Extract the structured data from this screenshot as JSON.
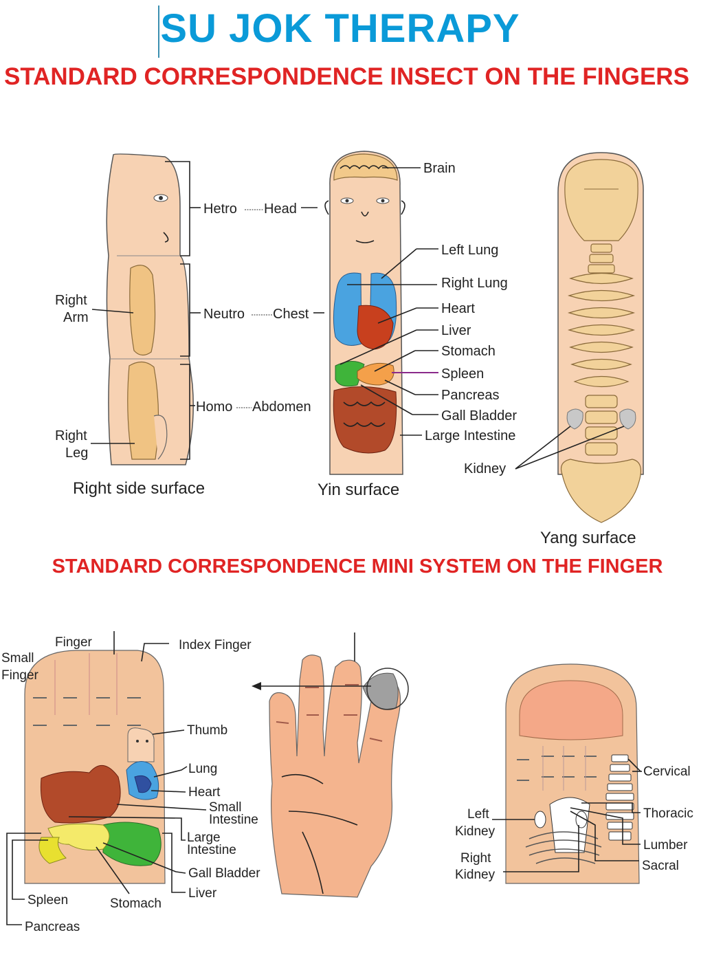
{
  "title": "SU JOK THERAPY",
  "section1_title": "STANDARD CORRESPONDENCE INSECT ON THE FINGERS",
  "section2_title": "STANDARD CORRESPONDENCE MINI SYSTEM ON THE FINGER",
  "insect": {
    "right_side": {
      "caption": "Right side surface",
      "right_arm": "Right\nArm",
      "right_arm_l1": "Right",
      "right_arm_l2": "Arm",
      "right_leg_l1": "Right",
      "right_leg_l2": "Leg"
    },
    "levels": [
      {
        "left": "Hetro",
        "right": "Head"
      },
      {
        "left": "Neutro",
        "right": "Chest"
      },
      {
        "left": "Homo",
        "right": "Abdomen"
      }
    ],
    "yin": {
      "caption": "Yin surface",
      "labels": [
        "Brain",
        "Left Lung",
        "Right Lung",
        "Heart",
        "Liver",
        "Stomach",
        "Spleen",
        "Pancreas",
        "Gall Bladder",
        "Large Intestine"
      ]
    },
    "yang": {
      "caption": "Yang surface",
      "kidney": "Kidney"
    }
  },
  "mini": {
    "palm_labels": {
      "middle_finger": "Finger",
      "small_finger_l1": "Small",
      "small_finger_l2": "Finger",
      "index_finger": "Index Finger",
      "thumb": "Thumb",
      "lung": "Lung",
      "heart": "Heart",
      "small_intestine_l1": "Small",
      "small_intestine_l2": "Intestine",
      "large_intestine_l1": "Large",
      "large_intestine_l2": "Intestine",
      "gall_bladder": "Gall Bladder",
      "liver": "Liver",
      "spleen": "Spleen",
      "stomach": "Stomach",
      "pancreas": "Pancreas"
    },
    "back_labels": {
      "cervical": "Cervical",
      "thoracic": "Thoracic",
      "lumber": "Lumber",
      "sacral": "Sacral",
      "left_kidney_l1": "Left",
      "left_kidney_l2": "Kidney",
      "right_kidney_l1": "Right",
      "right_kidney_l2": "Kidney"
    }
  },
  "colors": {
    "title": "#0a9ad8",
    "heading": "#e02424",
    "skin": "#f7d2b3",
    "lung": "#4aa3e0",
    "heart": "#c8401e",
    "liver_green": "#3fb43a",
    "intestine": "#b24a2a",
    "bone": "#f2d29a"
  }
}
